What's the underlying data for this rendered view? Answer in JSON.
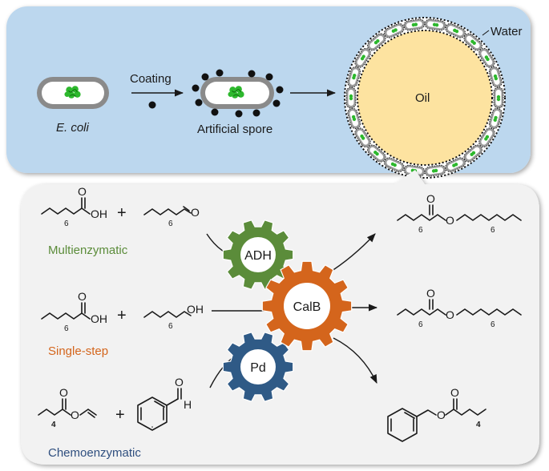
{
  "top": {
    "ecoli_label": "E. coli",
    "coating_label": "Coating",
    "spore_label": "Artificial spore",
    "oil_label": "Oil",
    "water_label": "Water"
  },
  "reactions": [
    {
      "name": "Multienzymatic",
      "color": "#5b8c3a"
    },
    {
      "name": "Single-step",
      "color": "#d4651c"
    },
    {
      "name": "Chemoenzymatic",
      "color": "#2f4f7f"
    }
  ],
  "enzymes": [
    {
      "label": "ADH",
      "color": "#5b8c3a"
    },
    {
      "label": "CalB",
      "color": "#d4651c"
    },
    {
      "label": "Pd",
      "color": "#2f5a86"
    }
  ],
  "chem": {
    "oh": "OH",
    "o": "O",
    "h": "H",
    "plus": "+",
    "sub6": "6",
    "sub4": "4"
  },
  "colors": {
    "top_panel": "#bcd7ee",
    "bottom_panel": "#f2f2f2",
    "oil": "#fde3a0",
    "enzyme_cluster": "#2db82d",
    "cell_body": "#ffffff",
    "cell_wall": "#808080"
  },
  "icons": [
    "protein-cluster-icon",
    "gear-icon",
    "plus-sign",
    "reaction-arrow"
  ]
}
